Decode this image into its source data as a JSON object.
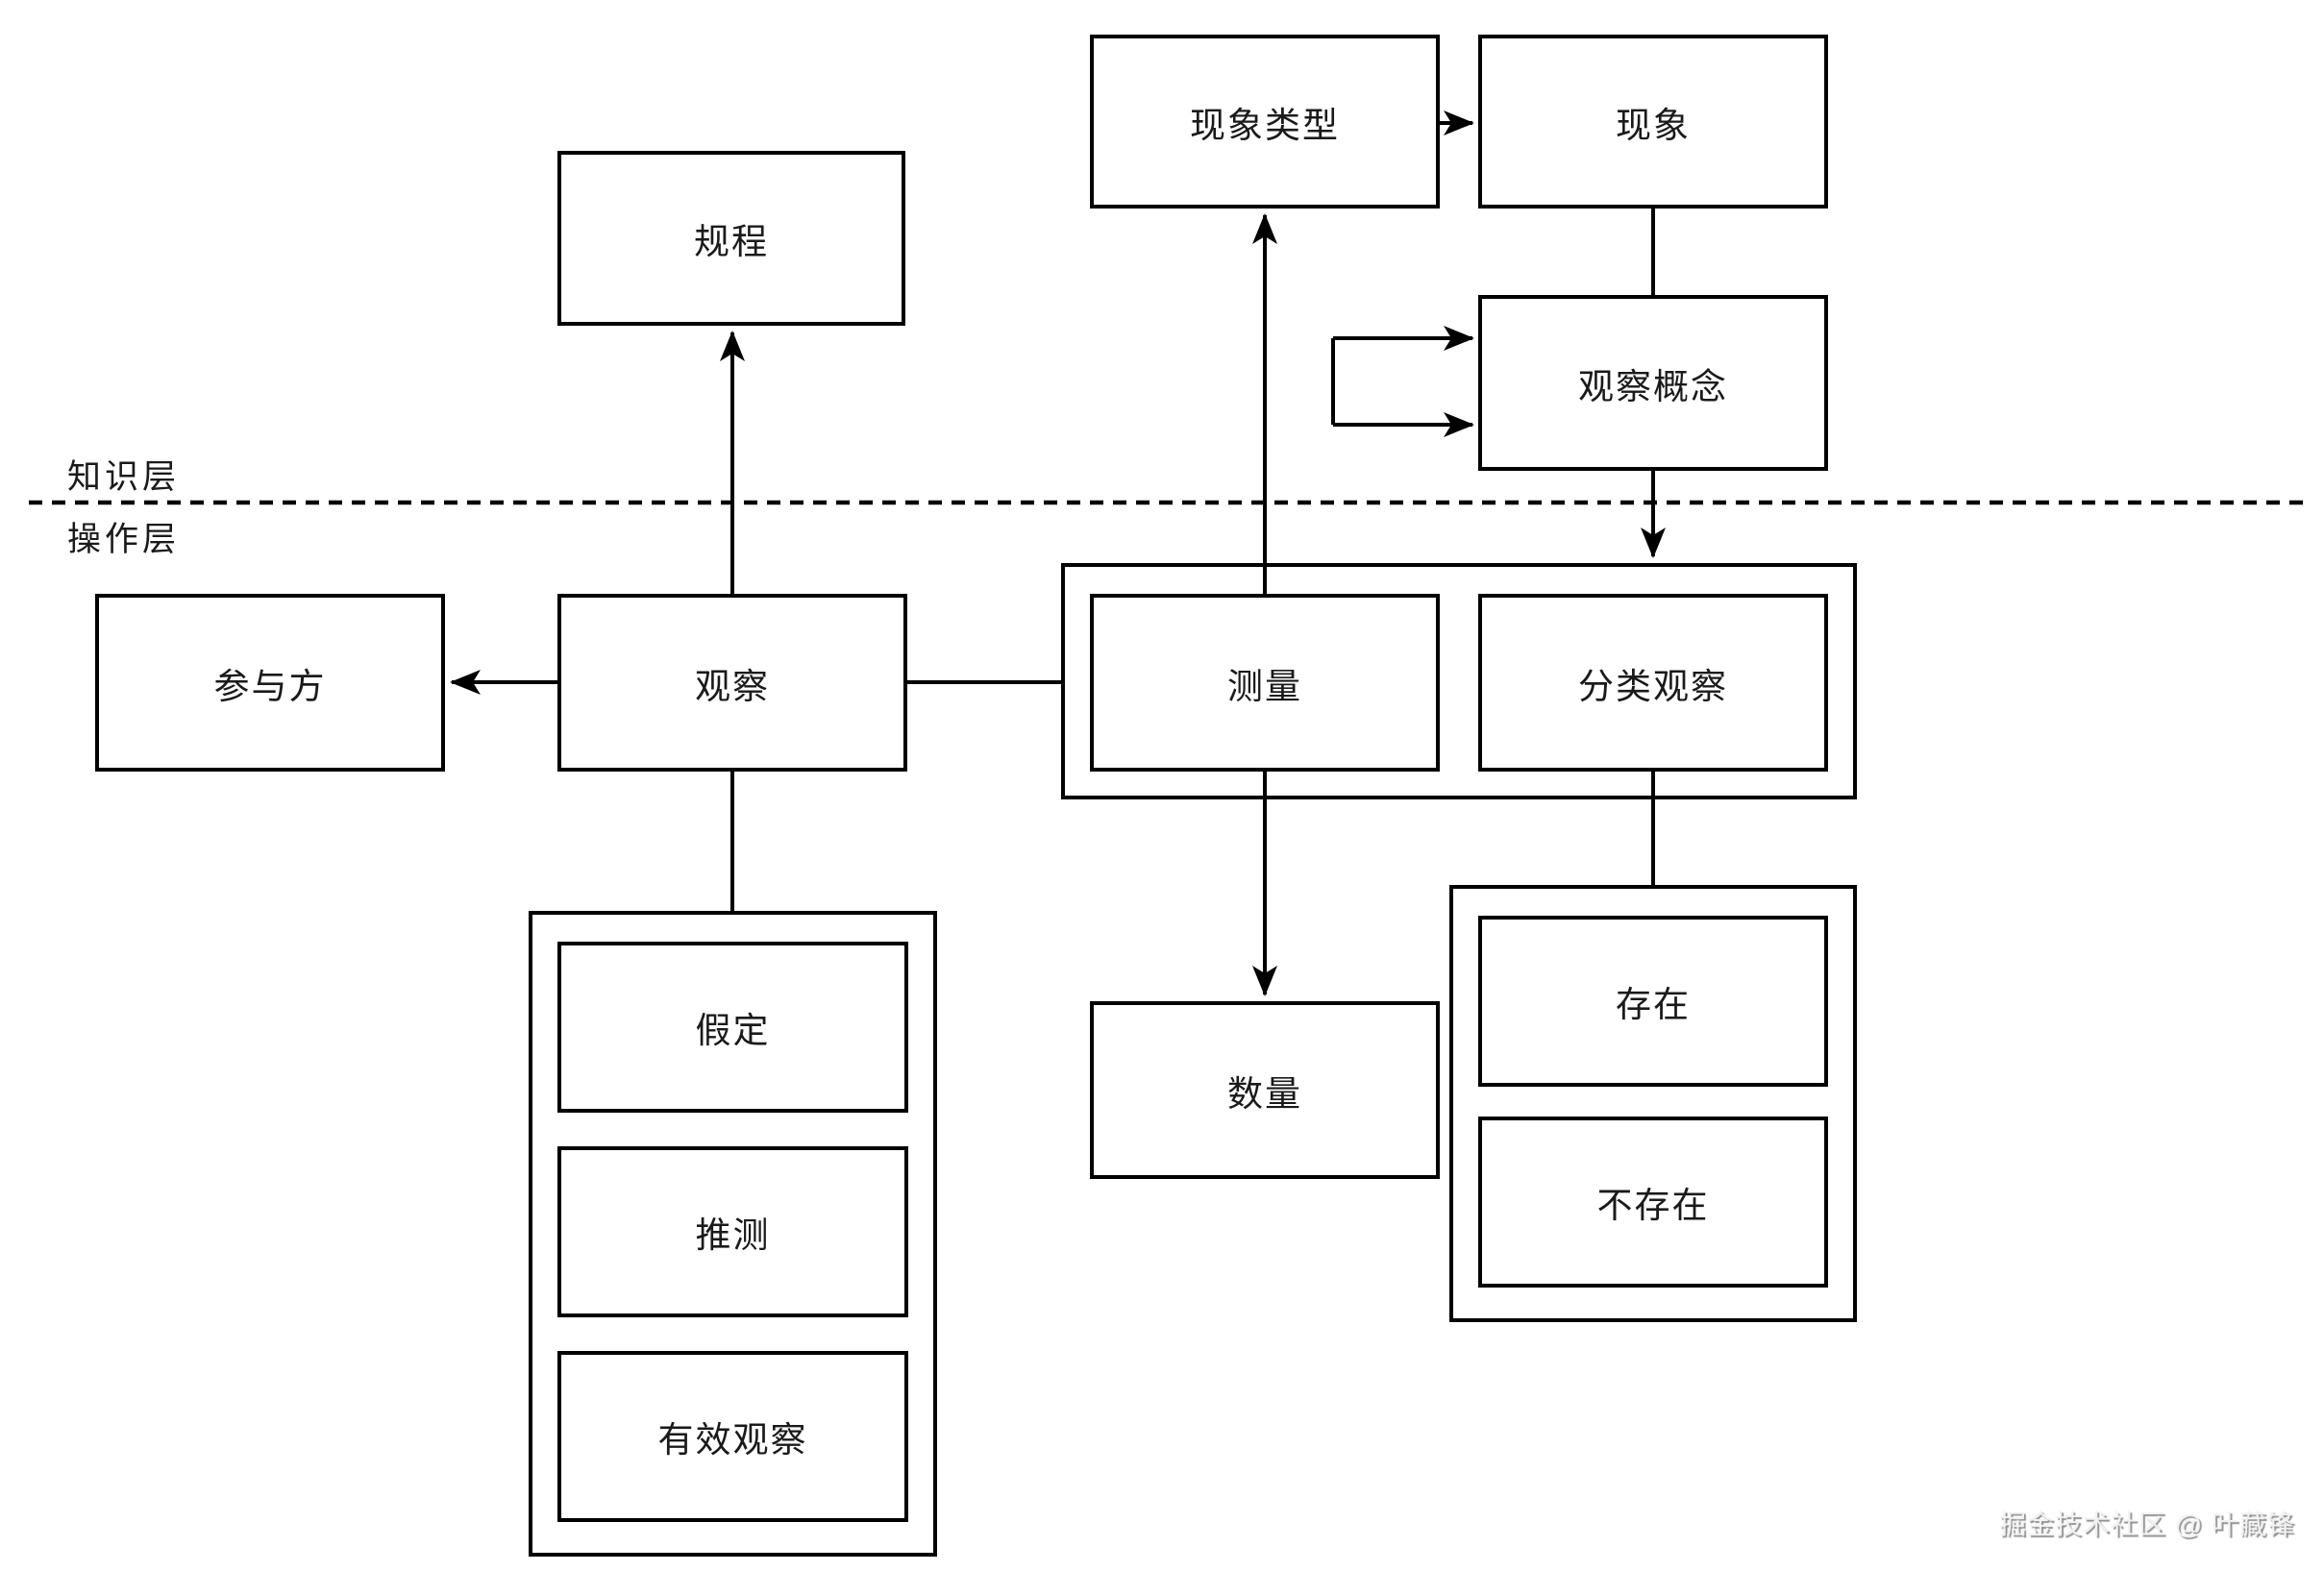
{
  "diagram": {
    "layer_labels": {
      "knowledge": "知识层",
      "operation": "操作层"
    },
    "nodes": {
      "guicheng": {
        "label": "规程"
      },
      "xianxiang_leixing": {
        "label": "现象类型"
      },
      "xianxiang": {
        "label": "现象"
      },
      "guancha_gainian": {
        "label": "观察概念"
      },
      "canyufang": {
        "label": "参与方"
      },
      "guancha": {
        "label": "观察"
      },
      "celiang": {
        "label": "测量"
      },
      "fenlei_guancha": {
        "label": "分类观察"
      },
      "shuliang": {
        "label": "数量"
      },
      "cunzai": {
        "label": "存在"
      },
      "bucunzai": {
        "label": "不存在"
      },
      "jiading": {
        "label": "假定"
      },
      "tuice": {
        "label": "推测"
      },
      "youxiao_guancha": {
        "label": "有效观察"
      }
    },
    "edges": [
      {
        "from": "现象类型",
        "to": "现象",
        "type": "arrow"
      },
      {
        "from": "现象",
        "to": "观察概念",
        "type": "line"
      },
      {
        "from": "观察概念",
        "to": "观察概念",
        "type": "self-loop-two-arrows"
      },
      {
        "from": "观察概念",
        "to": "测量/分类观察组",
        "type": "arrow"
      },
      {
        "from": "测量",
        "to": "现象类型",
        "type": "arrow"
      },
      {
        "from": "测量",
        "to": "数量",
        "type": "arrow"
      },
      {
        "from": "观察",
        "to": "参与方",
        "type": "arrow"
      },
      {
        "from": "观察",
        "to": "规程",
        "type": "arrow"
      },
      {
        "from": "观察",
        "to": "测量/分类观察组",
        "type": "line"
      },
      {
        "from": "观察",
        "to": "假定/推测/有效观察组",
        "type": "line"
      },
      {
        "from": "分类观察",
        "to": "存在/不存在组",
        "type": "line"
      }
    ],
    "colors": {
      "stroke": "#000000",
      "text": "#1a1a1a",
      "background": "#ffffff",
      "watermark_fill": "#f2f2f2",
      "watermark_shadow": "#8f8f8f"
    },
    "watermark": {
      "text": "掘金技术社区 @ 叶藏锋"
    }
  }
}
